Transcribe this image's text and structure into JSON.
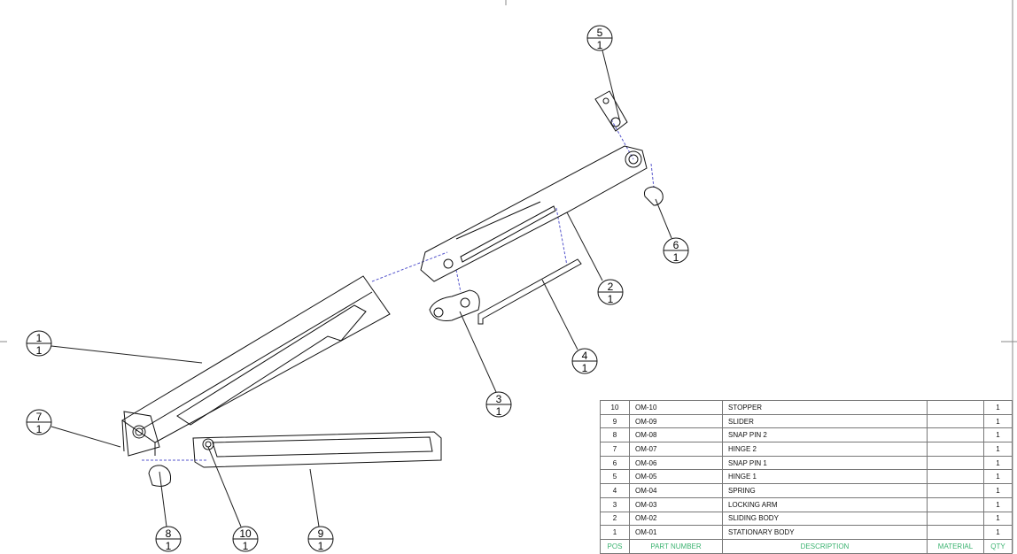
{
  "balloons": [
    {
      "pos": "5",
      "qty": "1"
    },
    {
      "pos": "6",
      "qty": "1"
    },
    {
      "pos": "2",
      "qty": "1"
    },
    {
      "pos": "4",
      "qty": "1"
    },
    {
      "pos": "3",
      "qty": "1"
    },
    {
      "pos": "1",
      "qty": "1"
    },
    {
      "pos": "7",
      "qty": "1"
    },
    {
      "pos": "8",
      "qty": "1"
    },
    {
      "pos": "10",
      "qty": "1"
    },
    {
      "pos": "9",
      "qty": "1"
    }
  ],
  "bom": {
    "headers": {
      "pos": "POS",
      "part_number": "PART NUMBER",
      "description": "DESCRIPTION",
      "material": "MATERIAL",
      "qty": "QTY"
    },
    "header_color": "#3cb371",
    "rows": [
      {
        "pos": "10",
        "part_number": "OM-10",
        "description": "STOPPER",
        "material": "",
        "qty": "1"
      },
      {
        "pos": "9",
        "part_number": "OM-09",
        "description": "SLIDER",
        "material": "",
        "qty": "1"
      },
      {
        "pos": "8",
        "part_number": "OM-08",
        "description": "SNAP PIN 2",
        "material": "",
        "qty": "1"
      },
      {
        "pos": "7",
        "part_number": "OM-07",
        "description": "HINGE 2",
        "material": "",
        "qty": "1"
      },
      {
        "pos": "6",
        "part_number": "OM-06",
        "description": "SNAP PIN 1",
        "material": "",
        "qty": "1"
      },
      {
        "pos": "5",
        "part_number": "OM-05",
        "description": "HINGE 1",
        "material": "",
        "qty": "1"
      },
      {
        "pos": "4",
        "part_number": "OM-04",
        "description": "SPRING",
        "material": "",
        "qty": "1"
      },
      {
        "pos": "3",
        "part_number": "OM-03",
        "description": "LOCKING ARM",
        "material": "",
        "qty": "1"
      },
      {
        "pos": "2",
        "part_number": "OM-02",
        "description": "SLIDING BODY",
        "material": "",
        "qty": "1"
      },
      {
        "pos": "1",
        "part_number": "OM-01",
        "description": "STATIONARY BODY",
        "material": "",
        "qty": "1"
      }
    ]
  }
}
